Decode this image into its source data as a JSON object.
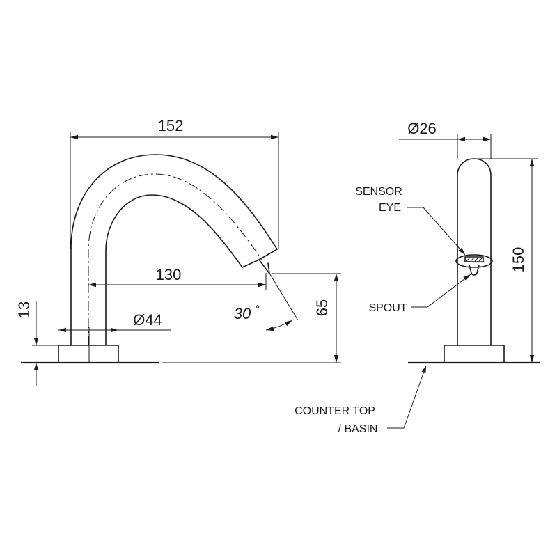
{
  "dimensions": {
    "overall_width": "152",
    "reach": "130",
    "base_diameter": "Ø44",
    "base_height": "13",
    "spout_height": "65",
    "angle": "30",
    "angle_unit": "°",
    "body_diameter": "Ø26",
    "overall_height": "150"
  },
  "labels": {
    "sensor_line1": "SENSOR",
    "sensor_line2": "EYE",
    "spout": "SPOUT",
    "counter_line1": "COUNTER TOP",
    "counter_line2": "/ BASIN"
  }
}
